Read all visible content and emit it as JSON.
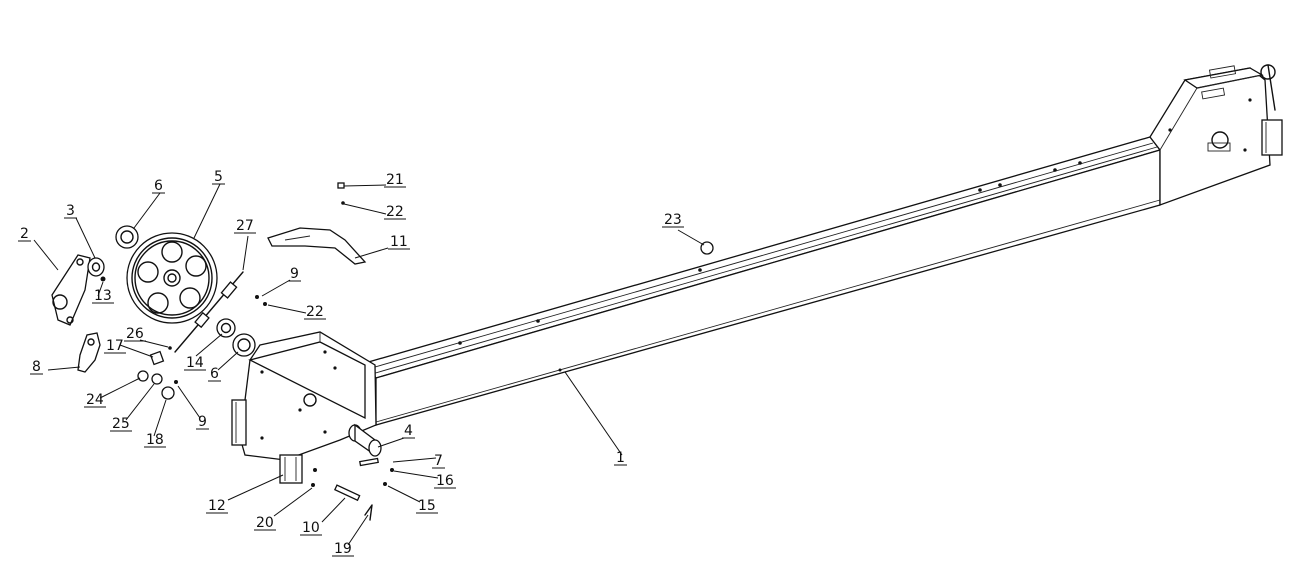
{
  "diagram": {
    "type": "exploded-parts-assembly",
    "callouts": [
      "1",
      "2",
      "3",
      "4",
      "5",
      "6",
      "6",
      "7",
      "8",
      "9",
      "9",
      "10",
      "11",
      "12",
      "13",
      "14",
      "15",
      "16",
      "17",
      "18",
      "19",
      "20",
      "21",
      "22",
      "22",
      "23",
      "24",
      "25",
      "26",
      "27"
    ]
  }
}
